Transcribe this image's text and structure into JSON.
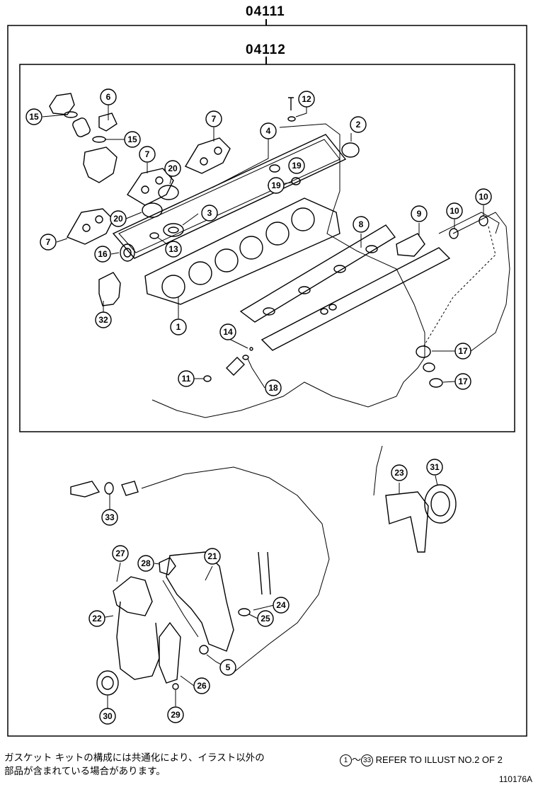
{
  "kit_outer": "04111",
  "kit_inner": "04112",
  "callouts": {
    "c1": "1",
    "c2": "2",
    "c3": "3",
    "c4": "4",
    "c5": "5",
    "c6": "6",
    "c7a": "7",
    "c7b": "7",
    "c7c": "7",
    "c8": "8",
    "c9": "9",
    "c10a": "10",
    "c10b": "10",
    "c11": "11",
    "c12": "12",
    "c13": "13",
    "c14": "14",
    "c15a": "15",
    "c15b": "15",
    "c16": "16",
    "c17a": "17",
    "c17b": "17",
    "c18": "18",
    "c19a": "19",
    "c19b": "19",
    "c20a": "20",
    "c20b": "20",
    "c21": "21",
    "c22": "22",
    "c23": "23",
    "c24": "24",
    "c25": "25",
    "c26": "26",
    "c27": "27",
    "c28": "28",
    "c29": "29",
    "c30": "30",
    "c31": "31",
    "c32": "32",
    "c33": "33"
  },
  "note": {
    "jp_line1": "ガスケット キットの構成には共通化により、イラスト以外の",
    "jp_line2": "部品が含まれている場合があります。",
    "ref_from": "1",
    "tilde": "〜",
    "ref_to": "33",
    "ref_text": "REFER TO ILLUST NO.2 OF 2"
  },
  "illustration_id": "110176A"
}
